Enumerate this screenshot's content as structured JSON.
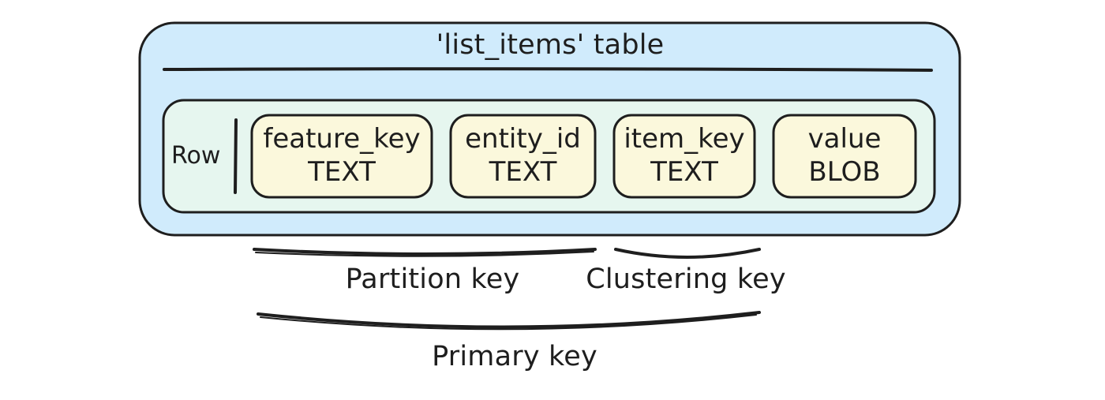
{
  "table": {
    "title": "'list_items' table"
  },
  "row": {
    "label": "Row",
    "fields": [
      {
        "name": "feature_key",
        "type": "TEXT"
      },
      {
        "name": "entity_id",
        "type": "TEXT"
      },
      {
        "name": "item_key",
        "type": "TEXT"
      },
      {
        "name": "value",
        "type": "BLOB"
      }
    ]
  },
  "keys": {
    "partition": "Partition key",
    "clustering": "Clustering key",
    "primary": "Primary key"
  },
  "colors": {
    "table_fill": "#d0ebfc",
    "row_fill": "#e6f6ef",
    "field_fill": "#fbf8dc",
    "stroke": "#1e1e1e"
  }
}
